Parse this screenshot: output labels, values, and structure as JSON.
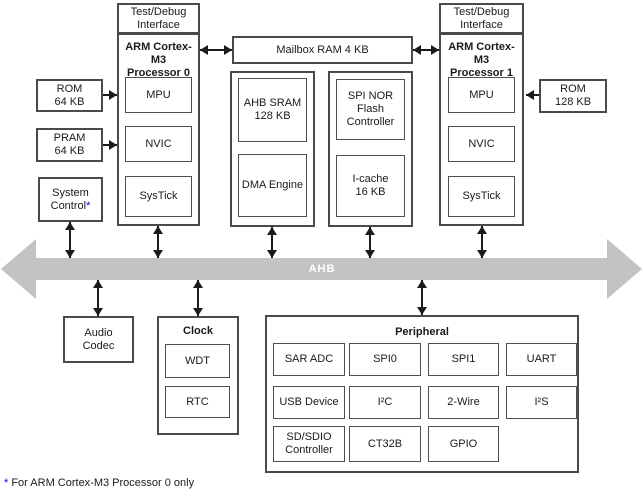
{
  "colors": {
    "bus_fill": "#c3c3c3",
    "note_accent": "#0000ee",
    "box_border": "#4a4a4a"
  },
  "bus": {
    "label": "AHB"
  },
  "cpu0": {
    "debug": "Test/Debug\nInterface",
    "name": "ARM Cortex-M3\nProcessor 0",
    "mpu": "MPU",
    "nvic": "NVIC",
    "systick": "SysTick"
  },
  "cpu1": {
    "debug": "Test/Debug\nInterface",
    "name": "ARM Cortex-M3\nProcessor 1",
    "mpu": "MPU",
    "nvic": "NVIC",
    "systick": "SysTick"
  },
  "memory": {
    "mailbox": "Mailbox RAM 4 KB",
    "rom0": "ROM\n64 KB",
    "pram": "PRAM\n64 KB",
    "system_control": "System\nControl",
    "system_control_note": "*",
    "ahb_sram": "AHB SRAM\n128 KB",
    "dma": "DMA Engine",
    "spi_nor": "SPI NOR\nFlash\nController",
    "icache": "I-cache\n16 KB",
    "rom1": "ROM\n128 KB"
  },
  "south": {
    "audio_codec": "Audio\nCodec",
    "clock": "Clock",
    "wdt": "WDT",
    "rtc": "RTC"
  },
  "peripheral": {
    "title": "Peripheral",
    "cells": [
      "SAR ADC",
      "SPI0",
      "SPI1",
      "UART",
      "USB Device",
      "I²C",
      "2-Wire",
      "I²S",
      "SD/SDIO\nController",
      "CT32B",
      "GPIO"
    ]
  },
  "footnote": {
    "asterisk": "*",
    "text": " For ARM Cortex-M3 Processor 0 only"
  }
}
